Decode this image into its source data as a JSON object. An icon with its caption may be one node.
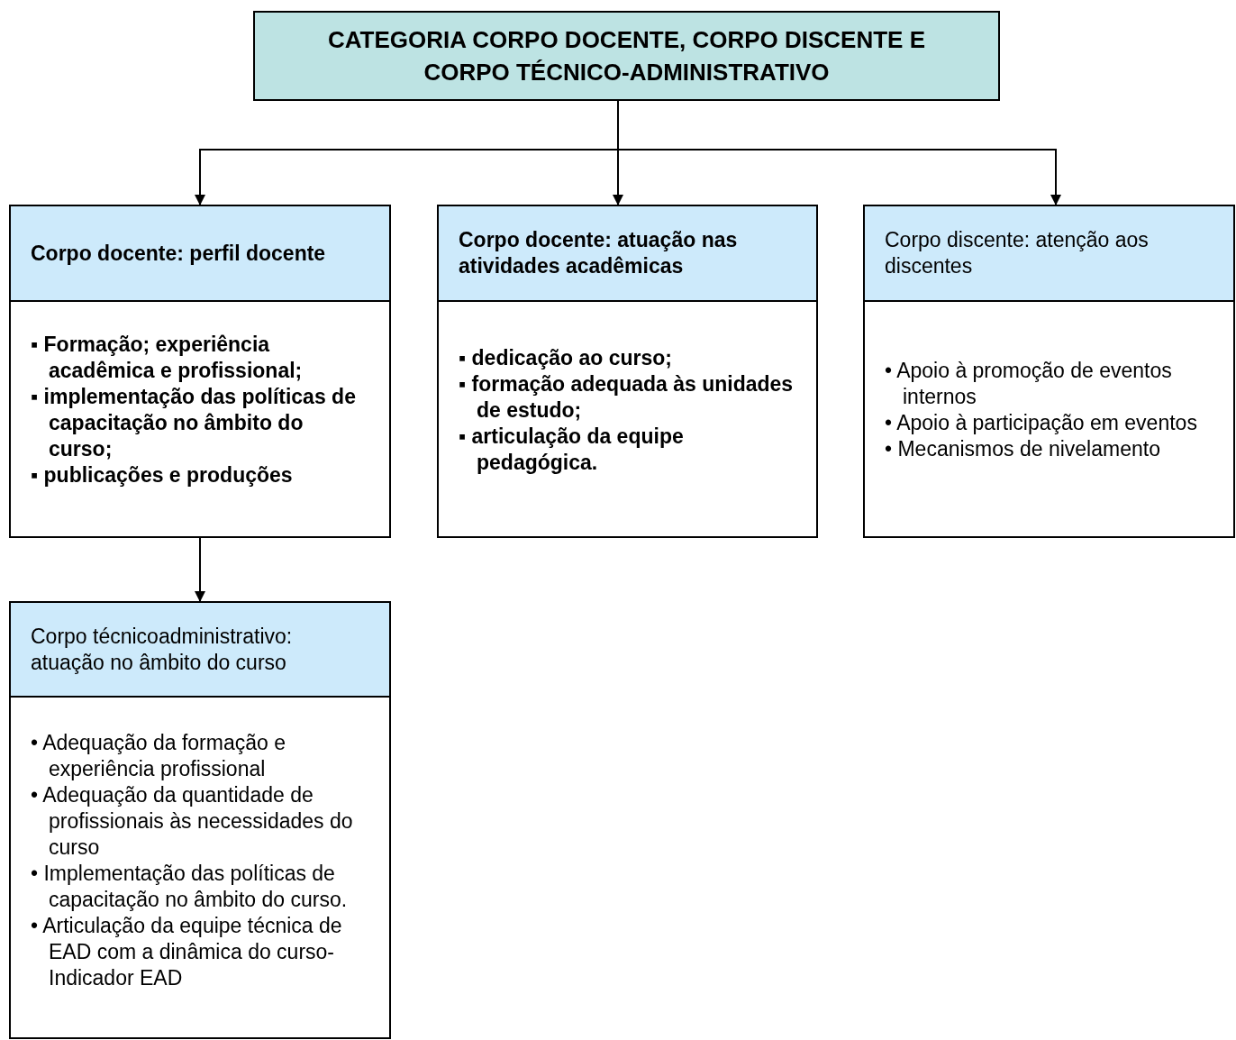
{
  "diagram": {
    "nodes": [
      {
        "text": [
          "CATEGORIA CORPO DOCENTE, CORPO DISCENTE E CORPO TÉCNICO-ADMINISTRATIVO"
        ]
      },
      {
        "text": [
          "Corpo docente: perfil docente",
          "▪ Formação; experiência acadêmica e profissional;",
          "▪ implementação das políticas de capacitação no âmbito do curso;",
          "▪ publicações e produções"
        ]
      },
      {
        "text": [
          "Corpo docente: atuação nas atividades acadêmicas",
          "▪ dedicação ao curso;",
          "▪ formação adequada às unidades de estudo;",
          "▪ articulação da equipe pedagógica."
        ]
      },
      {
        "text": [
          "Corpo discente: atenção aos discentes",
          "• Apoio à promoção de eventos internos",
          "• Apoio à participação em eventos",
          "• Mecanismos de nivelamento"
        ]
      },
      {
        "text": [
          "Corpo técnicoadministrativo: atuação no âmbito do curso",
          "• Adequação da formação e experiência profissional",
          "• Adequação da quantidade de profissionais às necessidades do curso",
          "• Implementação das políticas de capacitação no âmbito do curso.",
          "• Articulação da equipe técnica de EAD com a dinâmica do curso-Indicador EAD"
        ]
      }
    ],
    "edges": [
      {
        "from": 0,
        "to": 1,
        "arrow": "to"
      },
      {
        "from": 0,
        "to": 2,
        "arrow": "to"
      },
      {
        "from": 0,
        "to": 3,
        "arrow": "to"
      },
      {
        "from": 1,
        "to": 4,
        "arrow": "to"
      }
    ]
  }
}
